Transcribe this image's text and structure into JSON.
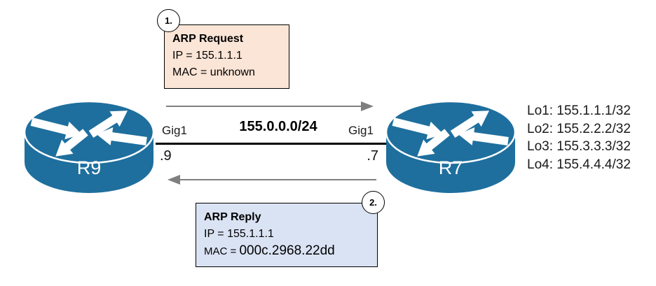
{
  "colors": {
    "router_fill": "#1E6F9E",
    "request_box_fill": "#FBE5D6",
    "reply_box_fill": "#DAE3F3",
    "packet_arrow": "#7F7F7F",
    "link_line": "#000000"
  },
  "routers": [
    {
      "name": "R9"
    },
    {
      "name": "R7"
    }
  ],
  "link": {
    "subnet": "155.0.0.0/24",
    "left_interface": "Gig1",
    "right_interface": "Gig1",
    "left_host": ".9",
    "right_host": ".7"
  },
  "callouts": {
    "request": {
      "step": "1.",
      "title": "ARP Request",
      "ip_line": "IP = 155.1.1.1",
      "mac_line": "MAC = unknown"
    },
    "reply": {
      "step": "2.",
      "title": "ARP Reply",
      "ip_line": "IP = 155.1.1.1",
      "mac_label": "MAC = ",
      "mac_value": "000c.2968.22dd"
    }
  },
  "loopbacks": {
    "items": [
      "Lo1: 155.1.1.1/32",
      "Lo2: 155.2.2.2/32",
      "Lo3: 155.3.3.3/32",
      "Lo4: 155.4.4.4/32"
    ]
  }
}
